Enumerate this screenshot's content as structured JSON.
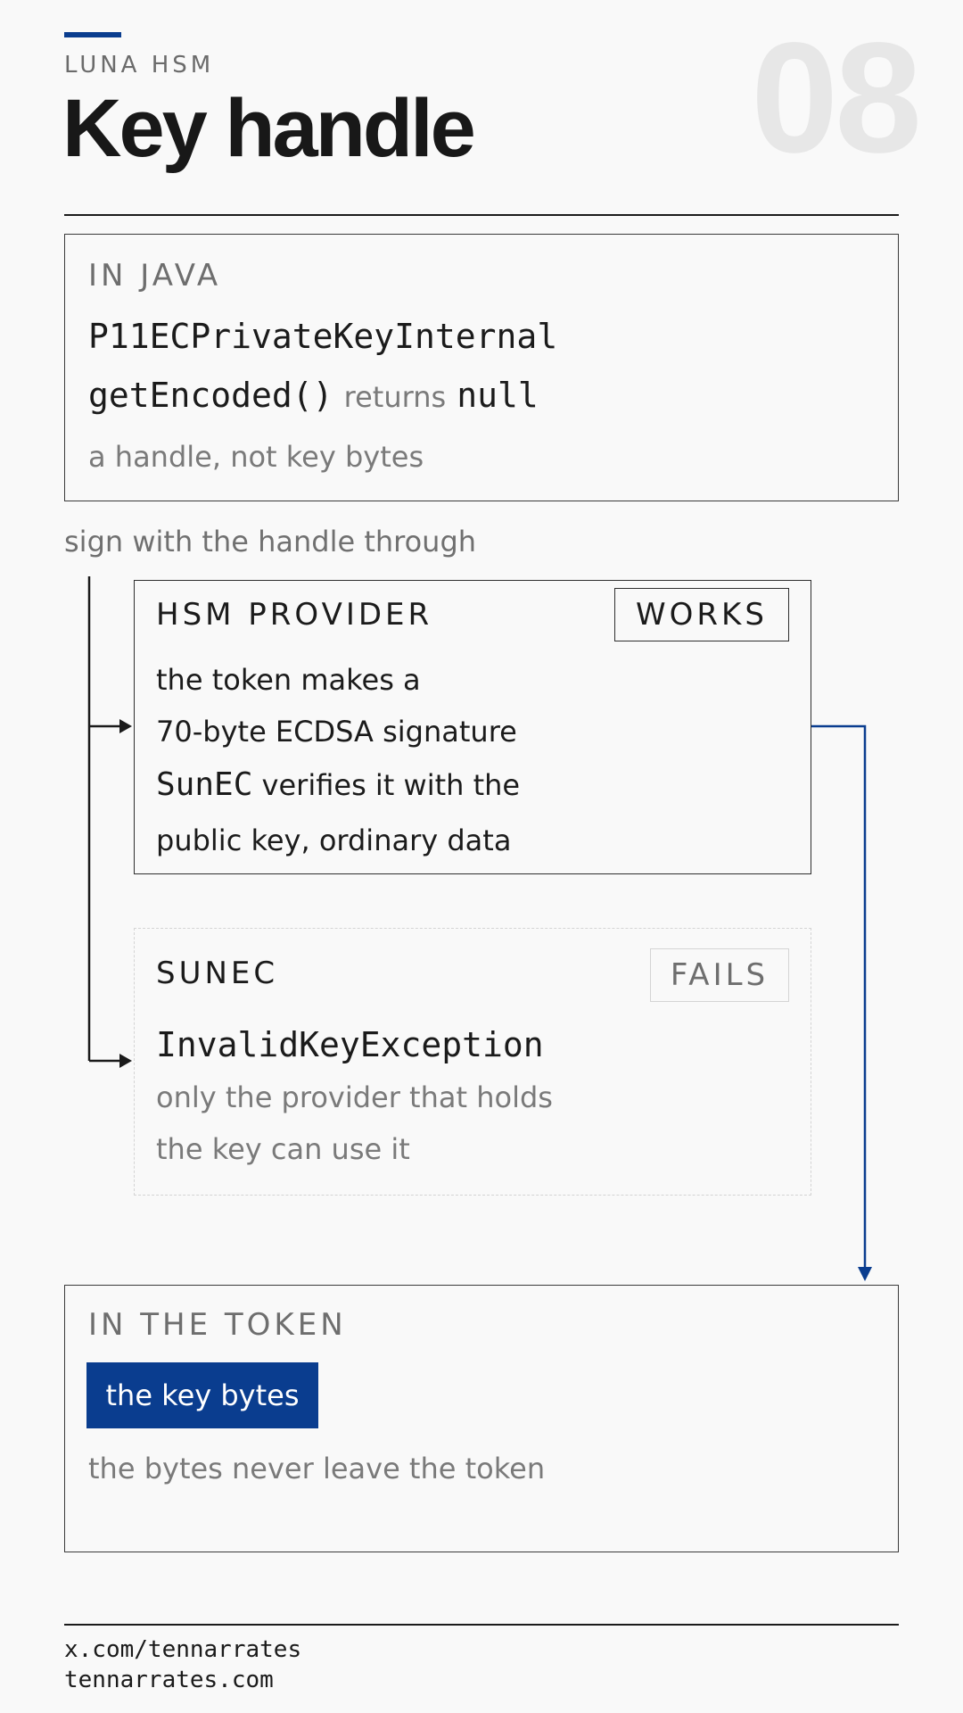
{
  "header": {
    "eyebrow": "LUNA HSM",
    "title": "Key handle",
    "page_number": "08"
  },
  "java_box": {
    "label": "IN JAVA",
    "class_name": "P11ECPrivateKeyInternal",
    "method": "getEncoded()",
    "returns_word": "returns",
    "return_value": "null",
    "note": "a handle, not key bytes"
  },
  "sign_note": "sign with the handle through",
  "provider_card": {
    "title": "HSM PROVIDER",
    "badge": "WORKS",
    "line1": "the token makes a",
    "line2": "70-byte ECDSA signature",
    "line3_code": "SunEC",
    "line3_text": "verifies it with the",
    "line4": "public key, ordinary data"
  },
  "sunec_card": {
    "title": "SUNEC",
    "badge": "FAILS",
    "exception": "InvalidKeyException",
    "line1": "only the provider that holds",
    "line2": "the key can use it"
  },
  "token_box": {
    "label": "IN THE TOKEN",
    "chip": "the key bytes",
    "note": "the bytes never leave the token"
  },
  "footer": {
    "line1": "x.com/tennarrates",
    "line2": "tennarrates.com"
  },
  "colors": {
    "accent": "#0a3d8f",
    "ink": "#1b1b1b",
    "muted": "#757575",
    "page_number": "#e7e7e7"
  }
}
